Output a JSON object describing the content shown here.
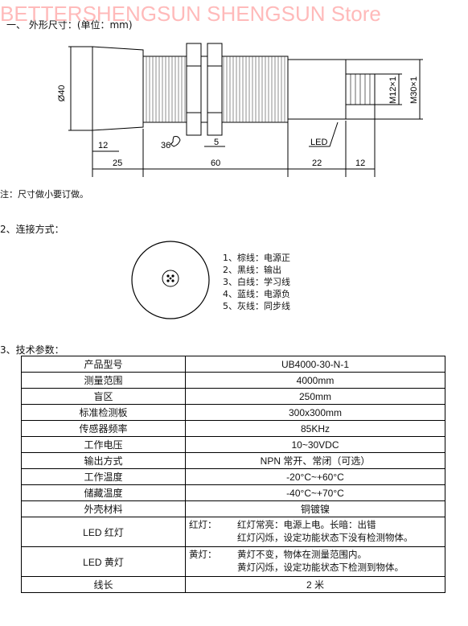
{
  "watermark": "BETTERSHENGSUN SHENGSUN Store",
  "section1": {
    "title": "一、   外形尺寸：(单位：mm)"
  },
  "drawing": {
    "dia_label": "Ø40",
    "m12_label": "M12×1",
    "m30_label": "M30×1",
    "dims": [
      "12",
      "25",
      "60",
      "22",
      "12",
      "36",
      "5"
    ],
    "led_label": "LED"
  },
  "note": "注：尺寸做小要订做。",
  "section2": {
    "title": "2、连接方式："
  },
  "wiring": [
    "1、棕线：电源正",
    "2、黑线：输出",
    "3、白线：学习线",
    "4、蓝线：电源负",
    "5、灰线：同步线"
  ],
  "section3": {
    "title": "3、技术参数："
  },
  "specs": [
    {
      "k": "产品型号",
      "v": "UB4000-30-N-1"
    },
    {
      "k": "测量范围",
      "v": "4000mm"
    },
    {
      "k": "盲区",
      "v": "250mm"
    },
    {
      "k": "标准检测板",
      "v": "300x300mm"
    },
    {
      "k": "传感器频率",
      "v": "85KHz"
    },
    {
      "k": "工作电压",
      "v": "10~30VDC"
    },
    {
      "k": "输出方式",
      "v": "NPN 常开、常闭（可选）"
    },
    {
      "k": "工作温度",
      "v": "-20°C~+60°C"
    },
    {
      "k": "储藏温度",
      "v": "-40°C~+70°C"
    },
    {
      "k": "外壳材料",
      "v": "铜镀镍"
    }
  ],
  "led_red": {
    "k": "LED 红灯",
    "lab": "红灯：",
    "l1": "红灯常亮：电源上电。长暗：出错",
    "l2": "红灯闪烁，设定功能状态下没有检测物体。"
  },
  "led_yellow": {
    "k": "LED 黄灯",
    "lab": "黄灯：",
    "l1": "黄灯不变，物体在测量范围内。",
    "l2": "黄灯闪烁，设定功能状态下检测到物体。"
  },
  "cable": {
    "k": "线长",
    "v": "2 米"
  }
}
